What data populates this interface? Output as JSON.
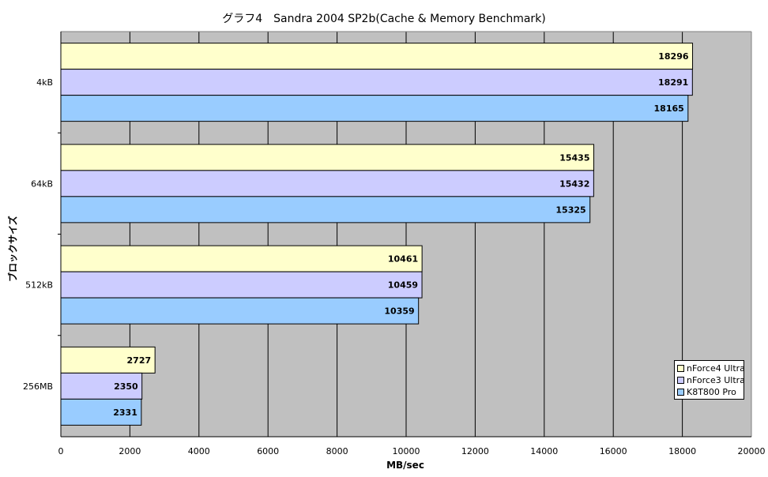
{
  "chart_data": {
    "type": "bar",
    "orientation": "horizontal",
    "title": "グラフ4　Sandra 2004 SP2b(Cache & Memory Benchmark)",
    "xlabel": "MB/sec",
    "ylabel": "ブロックサイズ",
    "categories": [
      "4kB",
      "64kB",
      "512kB",
      "256MB"
    ],
    "series": [
      {
        "name": "nForce4 Ultra",
        "color": "#ffffcc",
        "values": [
          18296,
          15435,
          10461,
          2727
        ]
      },
      {
        "name": "nForce3 Ultra",
        "color": "#ccccff",
        "values": [
          18291,
          15432,
          10459,
          2350
        ]
      },
      {
        "name": "K8T800 Pro",
        "color": "#99ccff",
        "values": [
          18165,
          15325,
          10359,
          2331
        ]
      }
    ],
    "xlim": [
      0,
      20000
    ],
    "xticks": [
      0,
      2000,
      4000,
      6000,
      8000,
      10000,
      12000,
      14000,
      16000,
      18000,
      20000
    ],
    "plot_background": "#c0c0c0",
    "grid": true,
    "legend_position": "bottom-right",
    "data_labels": true
  }
}
